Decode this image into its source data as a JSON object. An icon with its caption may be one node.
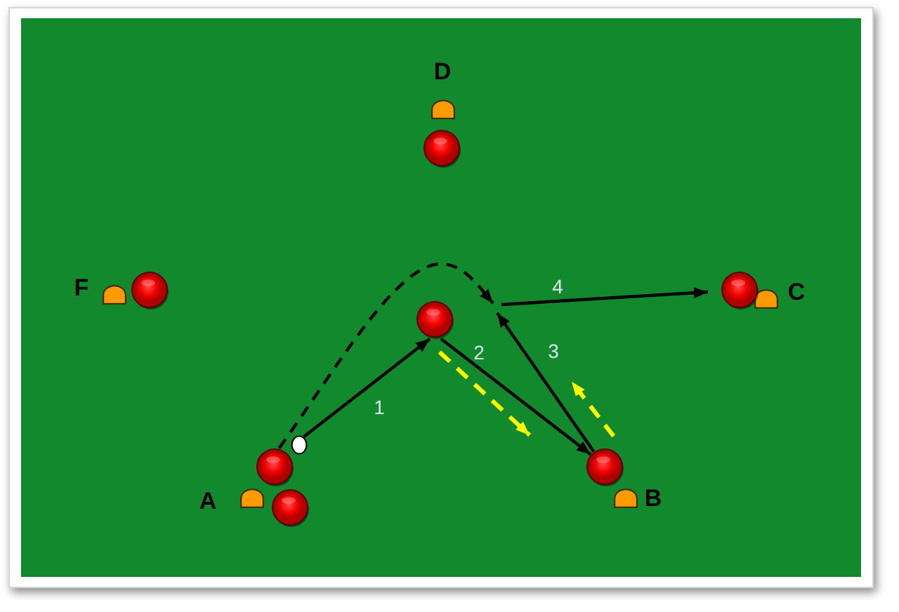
{
  "diagram": {
    "nodes": [
      {
        "text": [],
        "shape": "circle"
      },
      {
        "text": [],
        "shape": "circle"
      },
      {
        "text": [],
        "shape": "circle"
      },
      {
        "text": [],
        "shape": "circle"
      },
      {
        "text": [],
        "shape": "ball"
      },
      {
        "text": [],
        "shape": "circle"
      },
      {
        "text": [],
        "shape": "circle"
      },
      {
        "text": [],
        "shape": "circle"
      }
    ],
    "edges": [
      {
        "from": 4,
        "to": 3,
        "arrow": "to",
        "label": "1"
      },
      {
        "from": 3,
        "to": 6,
        "arrow": "to",
        "label": "2"
      },
      {
        "from": 6,
        "to": null,
        "arrow": "to",
        "label": "3"
      },
      {
        "from": null,
        "to": 2,
        "arrow": "to",
        "label": "4"
      },
      {
        "from": 5,
        "to": null,
        "arrow": "to",
        "style": "dashed"
      },
      {
        "from": 3,
        "to": null,
        "arrow": "to",
        "style": "dashed",
        "color": "#ffff00"
      },
      {
        "from": 6,
        "to": null,
        "arrow": "to",
        "style": "dashed",
        "color": "#ffff00"
      }
    ],
    "labels": [
      "D",
      "F",
      "C",
      "A",
      "B"
    ]
  }
}
